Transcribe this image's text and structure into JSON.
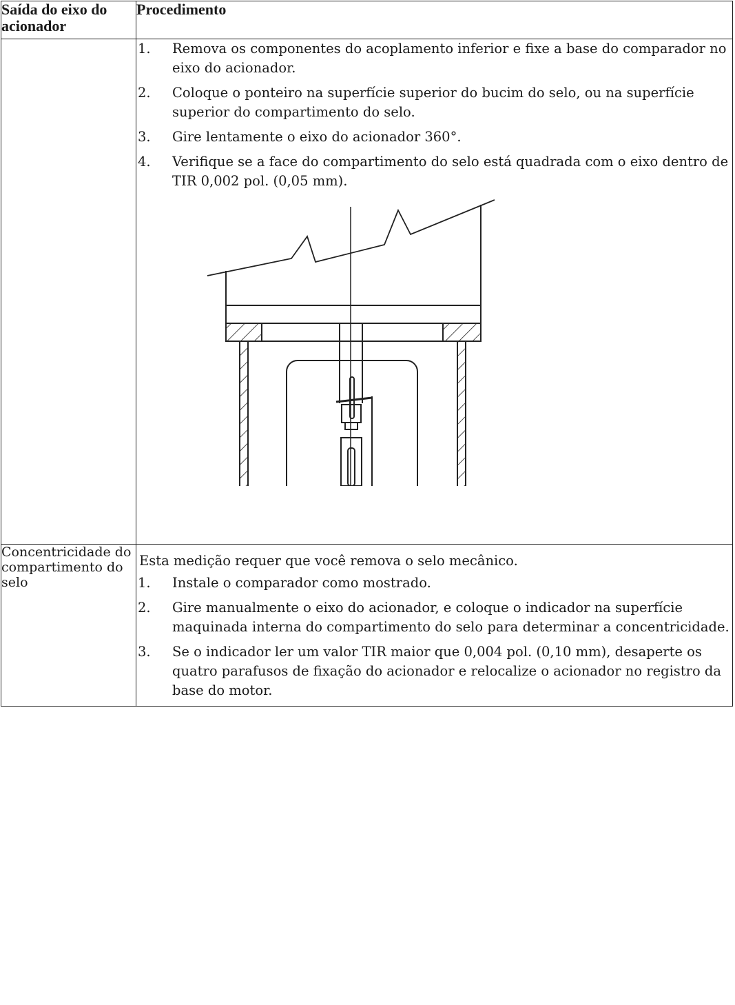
{
  "table": {
    "headers": {
      "col1": "Saída do eixo do acionador",
      "col2": "Procedimento"
    },
    "row1": {
      "steps": [
        {
          "num": "1.",
          "text": "Remova os componentes do acoplamento inferior e fixe a base do comparador no eixo do acionador."
        },
        {
          "num": "2.",
          "text": "Coloque o ponteiro na superfície superior do bucim do selo, ou na superfície superior do compartimento do selo."
        },
        {
          "num": "3.",
          "text": "Gire lentamente o eixo do acionador 360°."
        },
        {
          "num": "4.",
          "text": "Verifique se a face do compartimento do selo está quadrada com o eixo dentro de TIR 0,002 pol. (0,05 mm)."
        }
      ]
    },
    "row2": {
      "label": "Concentricidade do compartimento do selo",
      "intro": "Esta medição requer que você remova o selo mecânico.",
      "steps": [
        {
          "num": "1.",
          "text": "Instale o comparador como mostrado."
        },
        {
          "num": "2.",
          "text": "Gire manualmente o eixo do acionador, e coloque o indicador na superfície maquinada interna do compartimento do selo para determinar a concentricidade."
        },
        {
          "num": "3.",
          "text": "Se o indicador ler um valor TIR maior que 0,004 pol. (0,10 mm), desaperte os quatro parafusos de fixação do acionador e relocalize o acionador no registro da base do motor."
        }
      ]
    }
  }
}
